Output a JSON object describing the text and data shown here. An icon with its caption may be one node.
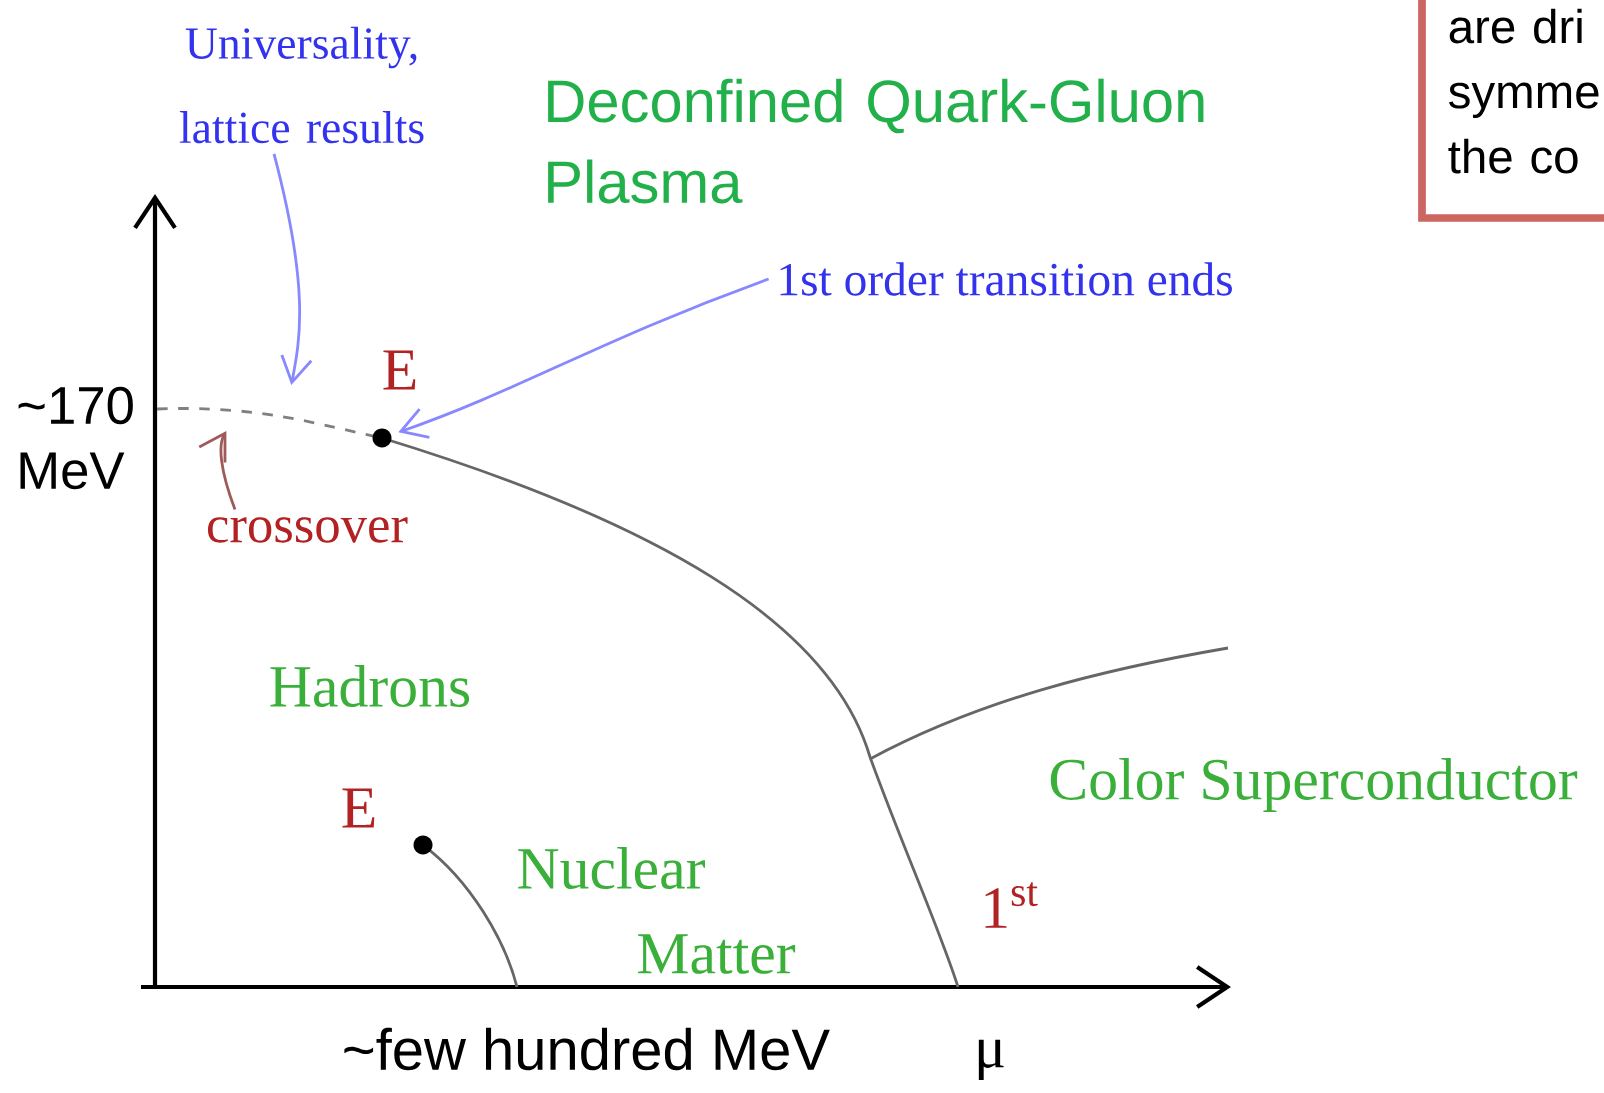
{
  "diagram": {
    "nodes": [
      {
        "text": [
          "are dri symme the co"
        ]
      },
      {
        "text": [
          "Universality, lattice results"
        ]
      },
      {
        "text": [
          "1st order transition ends"
        ]
      },
      {
        "text": [],
        "shape": "circle"
      },
      {
        "text": [
          "crossover"
        ]
      },
      {
        "text": [],
        "shape": "circle"
      }
    ],
    "edges": [
      {
        "from": 1,
        "to": null,
        "arrow": "to"
      },
      {
        "from": 2,
        "to": 3,
        "arrow": "to"
      },
      {
        "from": 4,
        "to": null,
        "arrow": "to",
        "color": "#a05a5a"
      }
    ],
    "labels": [
      "Deconfined Quark-Gluon Plasma",
      "E",
      "~170 MeV",
      "Hadrons",
      "E",
      "Nuclear",
      "Matter",
      "Color Superconductor",
      "1$^{st}$",
      "~few hundred MeV",
      "μ"
    ]
  }
}
